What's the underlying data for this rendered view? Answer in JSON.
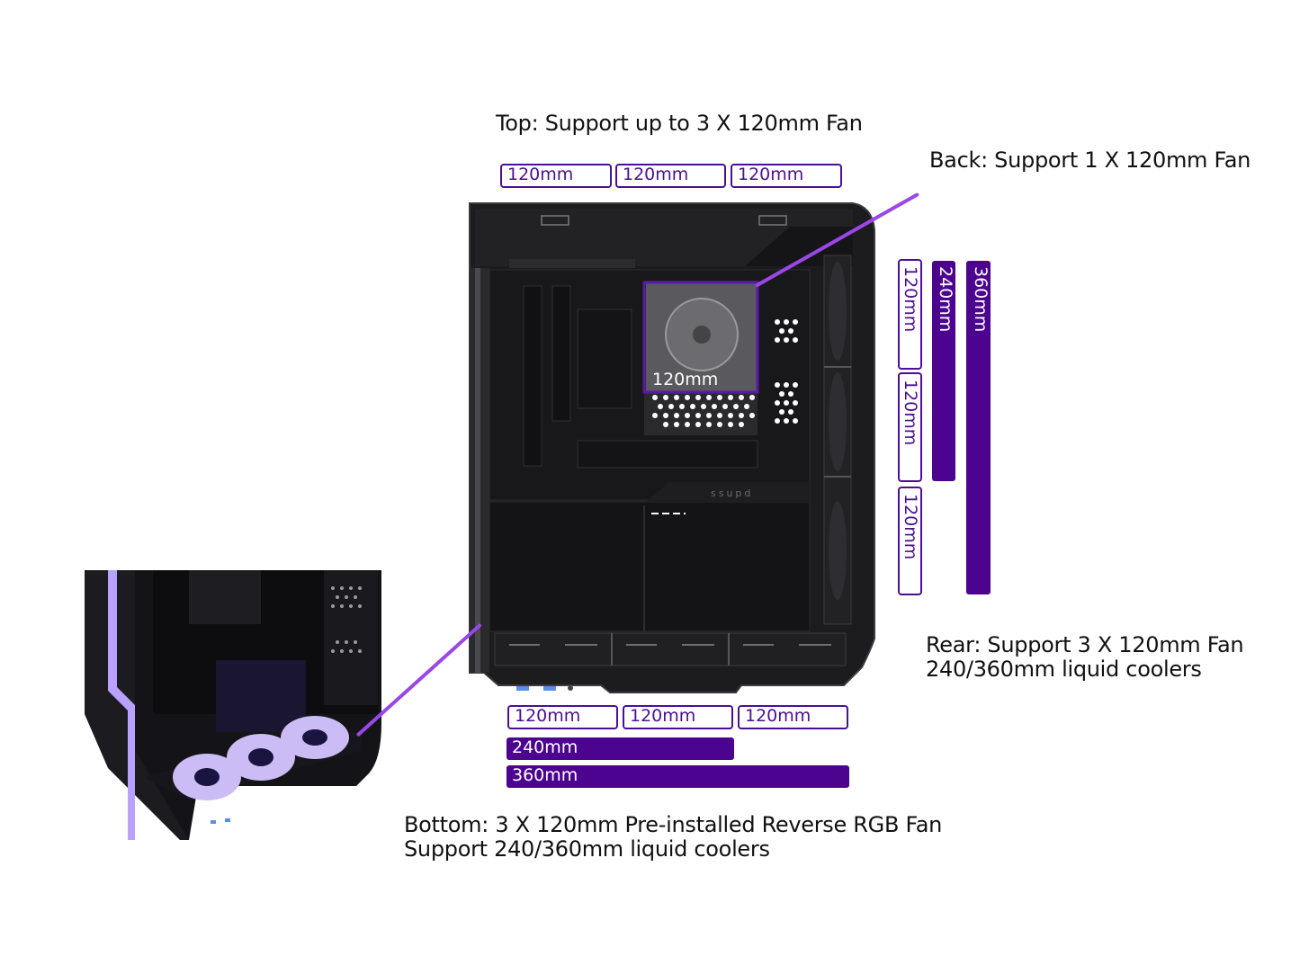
{
  "top": {
    "caption": "Top: Support up to 3 X 120mm Fan",
    "slots": [
      "120mm",
      "120mm",
      "120mm"
    ]
  },
  "back": {
    "caption": "Back: Support 1 X 120mm Fan",
    "slot": "120mm"
  },
  "rear": {
    "caption_line1": "Rear: Support 3 X 120mm Fan",
    "caption_line2": "240/360mm liquid coolers",
    "slots": [
      "120mm",
      "120mm",
      "120mm"
    ],
    "radiators": [
      "240mm",
      "360mm"
    ]
  },
  "bottom": {
    "caption_line1": "Bottom: 3 X 120mm Pre-installed Reverse RGB Fan",
    "caption_line2": "Support 240/360mm liquid coolers",
    "slots": [
      "120mm",
      "120mm",
      "120mm"
    ],
    "radiators": [
      "240mm",
      "360mm"
    ]
  },
  "case": {
    "brand_mark": "ssupd"
  },
  "colors": {
    "accent_purple": "#4b0390",
    "outline_purple": "#4b0f93",
    "leader_line": "#9b46e8",
    "case_body": "#1b1b1d"
  }
}
